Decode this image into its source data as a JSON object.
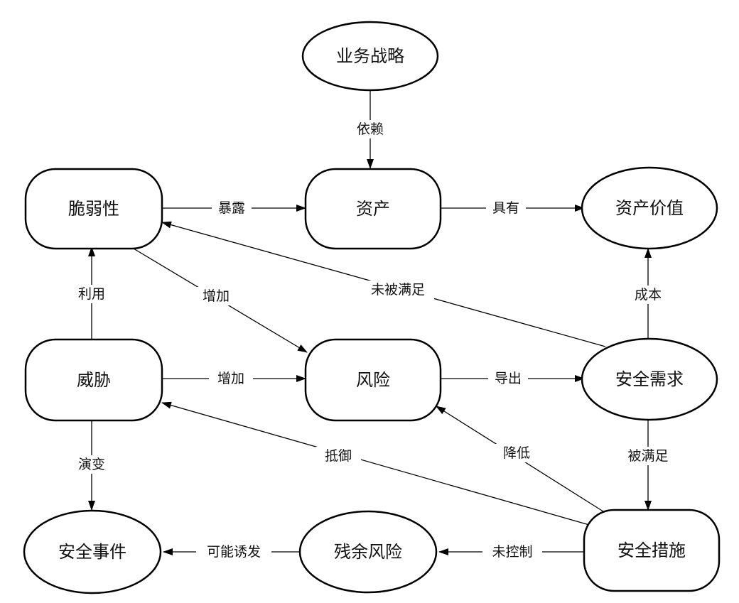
{
  "nodes": {
    "business_strategy": {
      "label": "业务战略",
      "shape": "ellipse"
    },
    "assets": {
      "label": "资产",
      "shape": "rounded-rect"
    },
    "asset_value": {
      "label": "资产价值",
      "shape": "ellipse"
    },
    "vulnerability": {
      "label": "脆弱性",
      "shape": "rounded-rect"
    },
    "threat": {
      "label": "威胁",
      "shape": "rounded-rect"
    },
    "risk": {
      "label": "风险",
      "shape": "rounded-rect"
    },
    "security_requirement": {
      "label": "安全需求",
      "shape": "ellipse"
    },
    "security_incident": {
      "label": "安全事件",
      "shape": "ellipse"
    },
    "residual_risk": {
      "label": "残余风险",
      "shape": "ellipse"
    },
    "security_measure": {
      "label": "安全措施",
      "shape": "rounded-rect"
    }
  },
  "edges": {
    "depend": {
      "label": "依赖",
      "from": "business_strategy",
      "to": "assets"
    },
    "expose": {
      "label": "暴露",
      "from": "vulnerability",
      "to": "assets"
    },
    "have": {
      "label": "具有",
      "from": "assets",
      "to": "asset_value"
    },
    "exploit": {
      "label": "利用",
      "from": "threat",
      "to": "vulnerability"
    },
    "increase_vuln": {
      "label": "增加",
      "from": "vulnerability",
      "to": "risk"
    },
    "unmet": {
      "label": "未被满足",
      "from": "security_requirement",
      "to": "vulnerability"
    },
    "cost": {
      "label": "成本",
      "from": "security_requirement",
      "to": "asset_value"
    },
    "increase_threat": {
      "label": "增加",
      "from": "threat",
      "to": "risk"
    },
    "derive": {
      "label": "导出",
      "from": "risk",
      "to": "security_requirement"
    },
    "evolve": {
      "label": "演变",
      "from": "threat",
      "to": "security_incident"
    },
    "resist": {
      "label": "抵御",
      "from": "security_measure",
      "to": "threat"
    },
    "reduce": {
      "label": "降低",
      "from": "security_measure",
      "to": "risk"
    },
    "met": {
      "label": "被满足",
      "from": "security_requirement",
      "to": "security_measure"
    },
    "may_trigger": {
      "label": "可能诱发",
      "from": "residual_risk",
      "to": "security_incident"
    },
    "uncontrolled": {
      "label": "未控制",
      "from": "security_measure",
      "to": "residual_risk"
    }
  }
}
